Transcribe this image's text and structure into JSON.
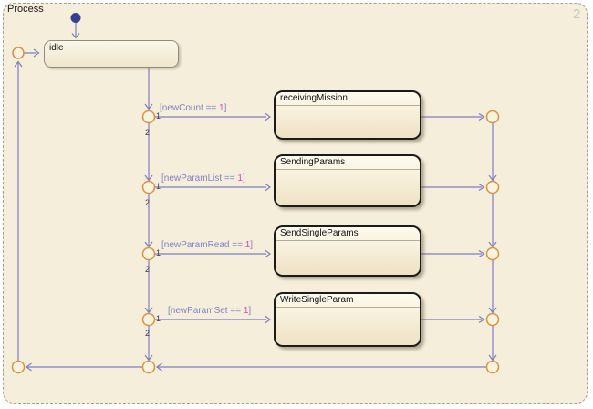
{
  "chart": {
    "title": "Process",
    "page_badge": "2"
  },
  "states": {
    "idle": {
      "label": "idle"
    },
    "targets": [
      {
        "label": "receivingMission"
      },
      {
        "label": "SendingParams"
      },
      {
        "label": "SendSingleParams"
      },
      {
        "label": "WriteSingleParam"
      }
    ]
  },
  "transitions": [
    {
      "cond_pre": "[newCount == ",
      "cond_num": "1",
      "cond_post": "]",
      "order_branch": "1",
      "order_next": "2"
    },
    {
      "cond_pre": "[newParamList == ",
      "cond_num": "1",
      "cond_post": "]",
      "order_branch": "1",
      "order_next": "2"
    },
    {
      "cond_pre": "[newParamRead == ",
      "cond_num": "1",
      "cond_post": "]",
      "order_branch": "1",
      "order_next": "2"
    },
    {
      "cond_pre": "[newParamSet == ",
      "cond_num": "1",
      "cond_post": "]",
      "order_branch": "1",
      "order_next": "2"
    }
  ],
  "colors": {
    "chart_background": "#f5eedb",
    "transition_line": "#7e7ec2",
    "junction_stroke": "#d6943f",
    "state_border": "#1b1b1b",
    "condition_text": "#8181c7",
    "condition_value": "#cb49c0",
    "default_dot": "#35418e"
  }
}
